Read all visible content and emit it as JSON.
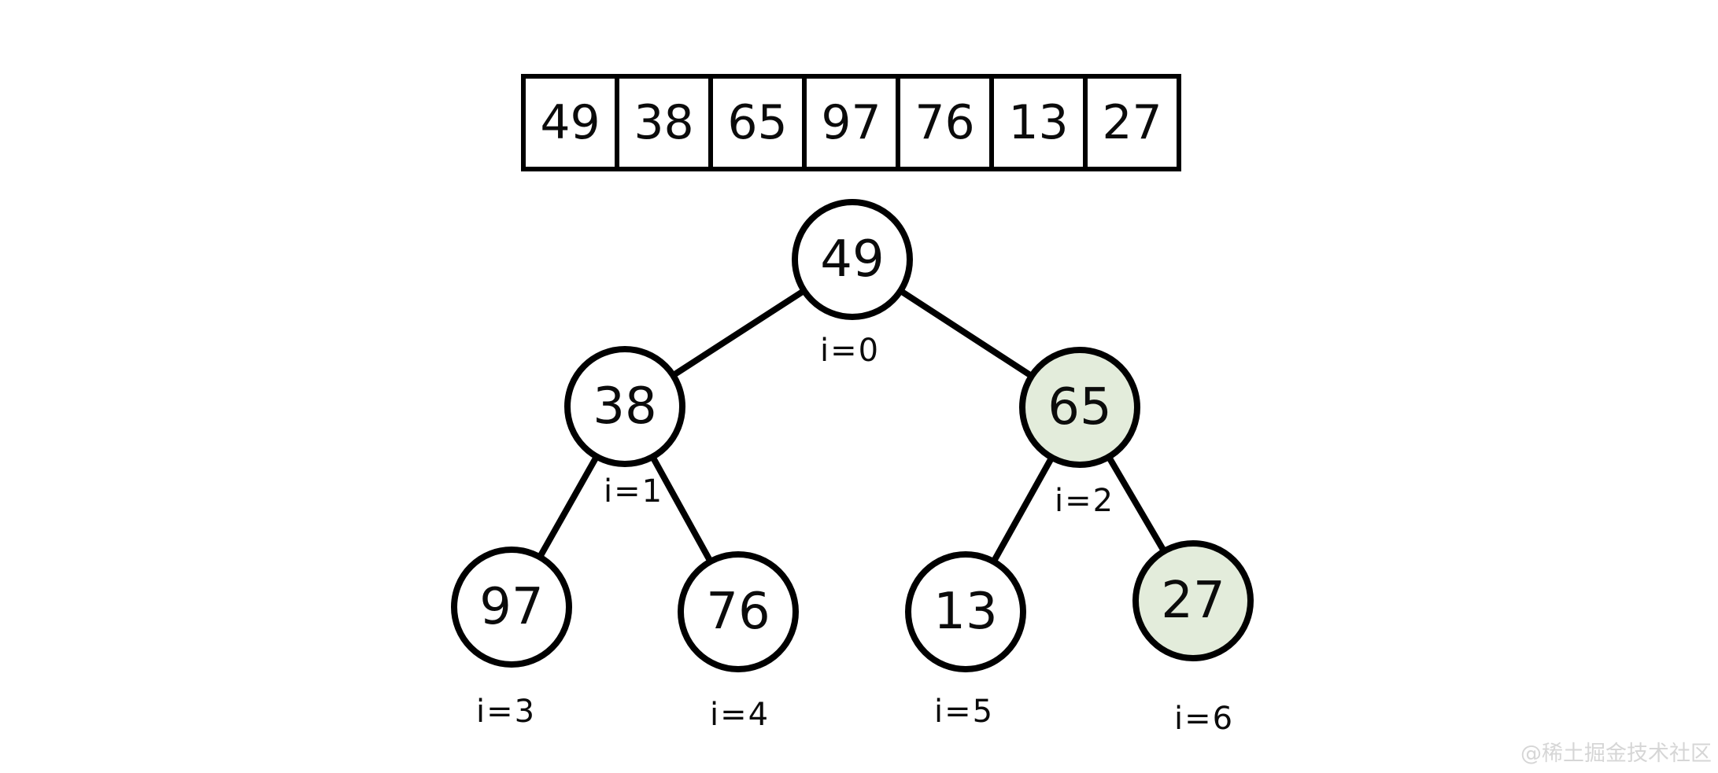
{
  "diagram": {
    "array": {
      "values": [
        "49",
        "38",
        "65",
        "97",
        "76",
        "13",
        "27"
      ]
    },
    "tree": {
      "nodes": [
        {
          "value": "49",
          "index_label": "i=0",
          "highlighted": false
        },
        {
          "value": "38",
          "index_label": "i=1",
          "highlighted": false
        },
        {
          "value": "65",
          "index_label": "i=2",
          "highlighted": true
        },
        {
          "value": "97",
          "index_label": "i=3",
          "highlighted": false
        },
        {
          "value": "76",
          "index_label": "i=4",
          "highlighted": false
        },
        {
          "value": "13",
          "index_label": "i=5",
          "highlighted": false
        },
        {
          "value": "27",
          "index_label": "i=6",
          "highlighted": true
        }
      ]
    },
    "watermark": "@稀土掘金技术社区",
    "colors": {
      "node_fill": "#ffffff",
      "node_highlight_fill": "#e3ecdb",
      "stroke": "#000000",
      "watermark_text": "#d6d6d6"
    }
  }
}
